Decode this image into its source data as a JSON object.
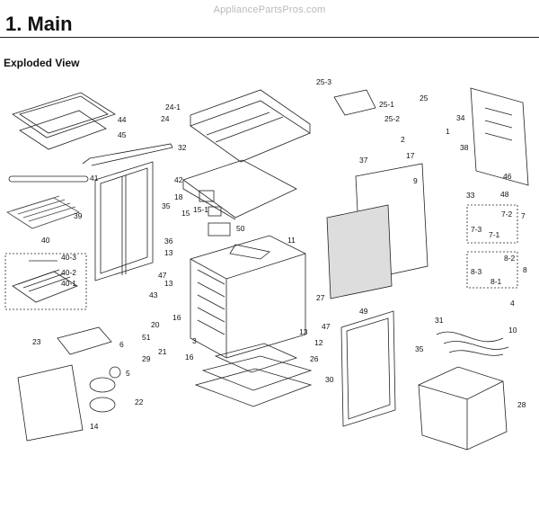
{
  "header": {
    "watermark": "AppliancePartsPros.com",
    "title": "1.  Main",
    "subtitle": "Exploded View"
  },
  "callouts": [
    "44",
    "45",
    "24-1",
    "24",
    "32",
    "41",
    "35",
    "39",
    "40",
    "40-3",
    "40-2",
    "40-1",
    "42",
    "18",
    "15",
    "15-1",
    "50",
    "36",
    "13",
    "13",
    "47",
    "43",
    "11",
    "25-3",
    "25",
    "25-1",
    "25-2",
    "34",
    "2",
    "1",
    "17",
    "38",
    "46",
    "37",
    "9",
    "33",
    "48",
    "7",
    "7-2",
    "7-3",
    "7-1",
    "8",
    "8-2",
    "8-3",
    "8-1",
    "27",
    "4",
    "31",
    "10",
    "49",
    "47",
    "13",
    "12",
    "26",
    "30",
    "35",
    "28",
    "20",
    "16",
    "51",
    "21",
    "3",
    "16",
    "29",
    "5",
    "22",
    "23",
    "6",
    "14"
  ]
}
